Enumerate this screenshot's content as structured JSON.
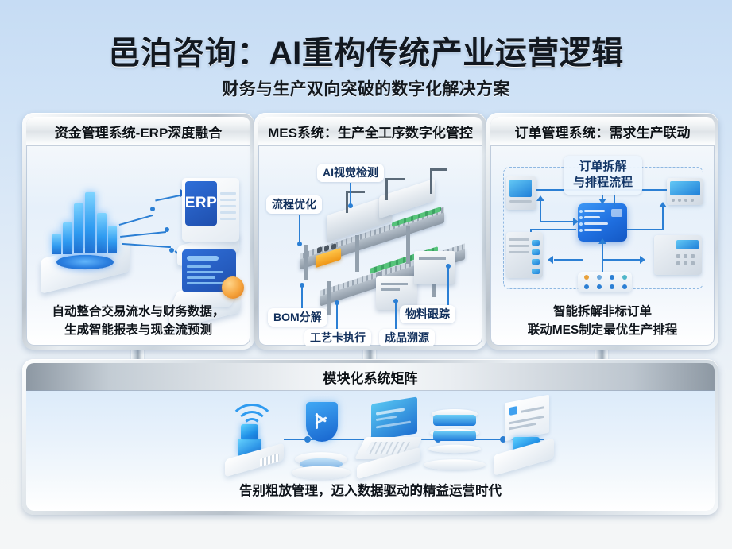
{
  "header": {
    "title": "邑泊咨询：AI重构传统产业运营逻辑",
    "subtitle": "财务与生产双向突破的数字化解决方案"
  },
  "panels": [
    {
      "id": "finance",
      "header": "资金管理系统-ERP深度融合",
      "caption_line1": "自动整合交易流水与财务数据，",
      "caption_line2": "生成智能报表与现金流预测",
      "illustration": {
        "erp_label": "ERP"
      }
    },
    {
      "id": "mes",
      "header": "MES系统：生产全工序数字化管控",
      "caption": "",
      "labels": [
        {
          "text": "AI视觉检测"
        },
        {
          "text": "流程优化"
        },
        {
          "text": "BOM分解"
        },
        {
          "text": "工艺卡执行"
        },
        {
          "text": "成品溯源"
        },
        {
          "text": "物料跟踪"
        }
      ]
    },
    {
      "id": "order",
      "header": "订单管理系统：需求生产联动",
      "center_label_line1": "订单拆解",
      "center_label_line2": "与排程流程",
      "caption_line1": "智能拆解非标订单",
      "caption_line2": "联动MES制定最优生产排程"
    }
  ],
  "bottom": {
    "header": "模块化系统矩阵",
    "caption": "告别粗放管理，迈入数据驱动的精益运营时代",
    "icons": [
      {
        "name": "wifi-signal-icon"
      },
      {
        "name": "shield-network-icon"
      },
      {
        "name": "laptop-icon"
      },
      {
        "name": "database-stack-icon"
      },
      {
        "name": "document-display-icon"
      }
    ]
  },
  "colors": {
    "accent": "#2b7fd4",
    "accent_deep": "#1458c4",
    "text_dark": "#0e141b",
    "label_text": "#12305c",
    "bg_top": "#c6dcf4",
    "bg_bottom": "#f4f6f7"
  }
}
